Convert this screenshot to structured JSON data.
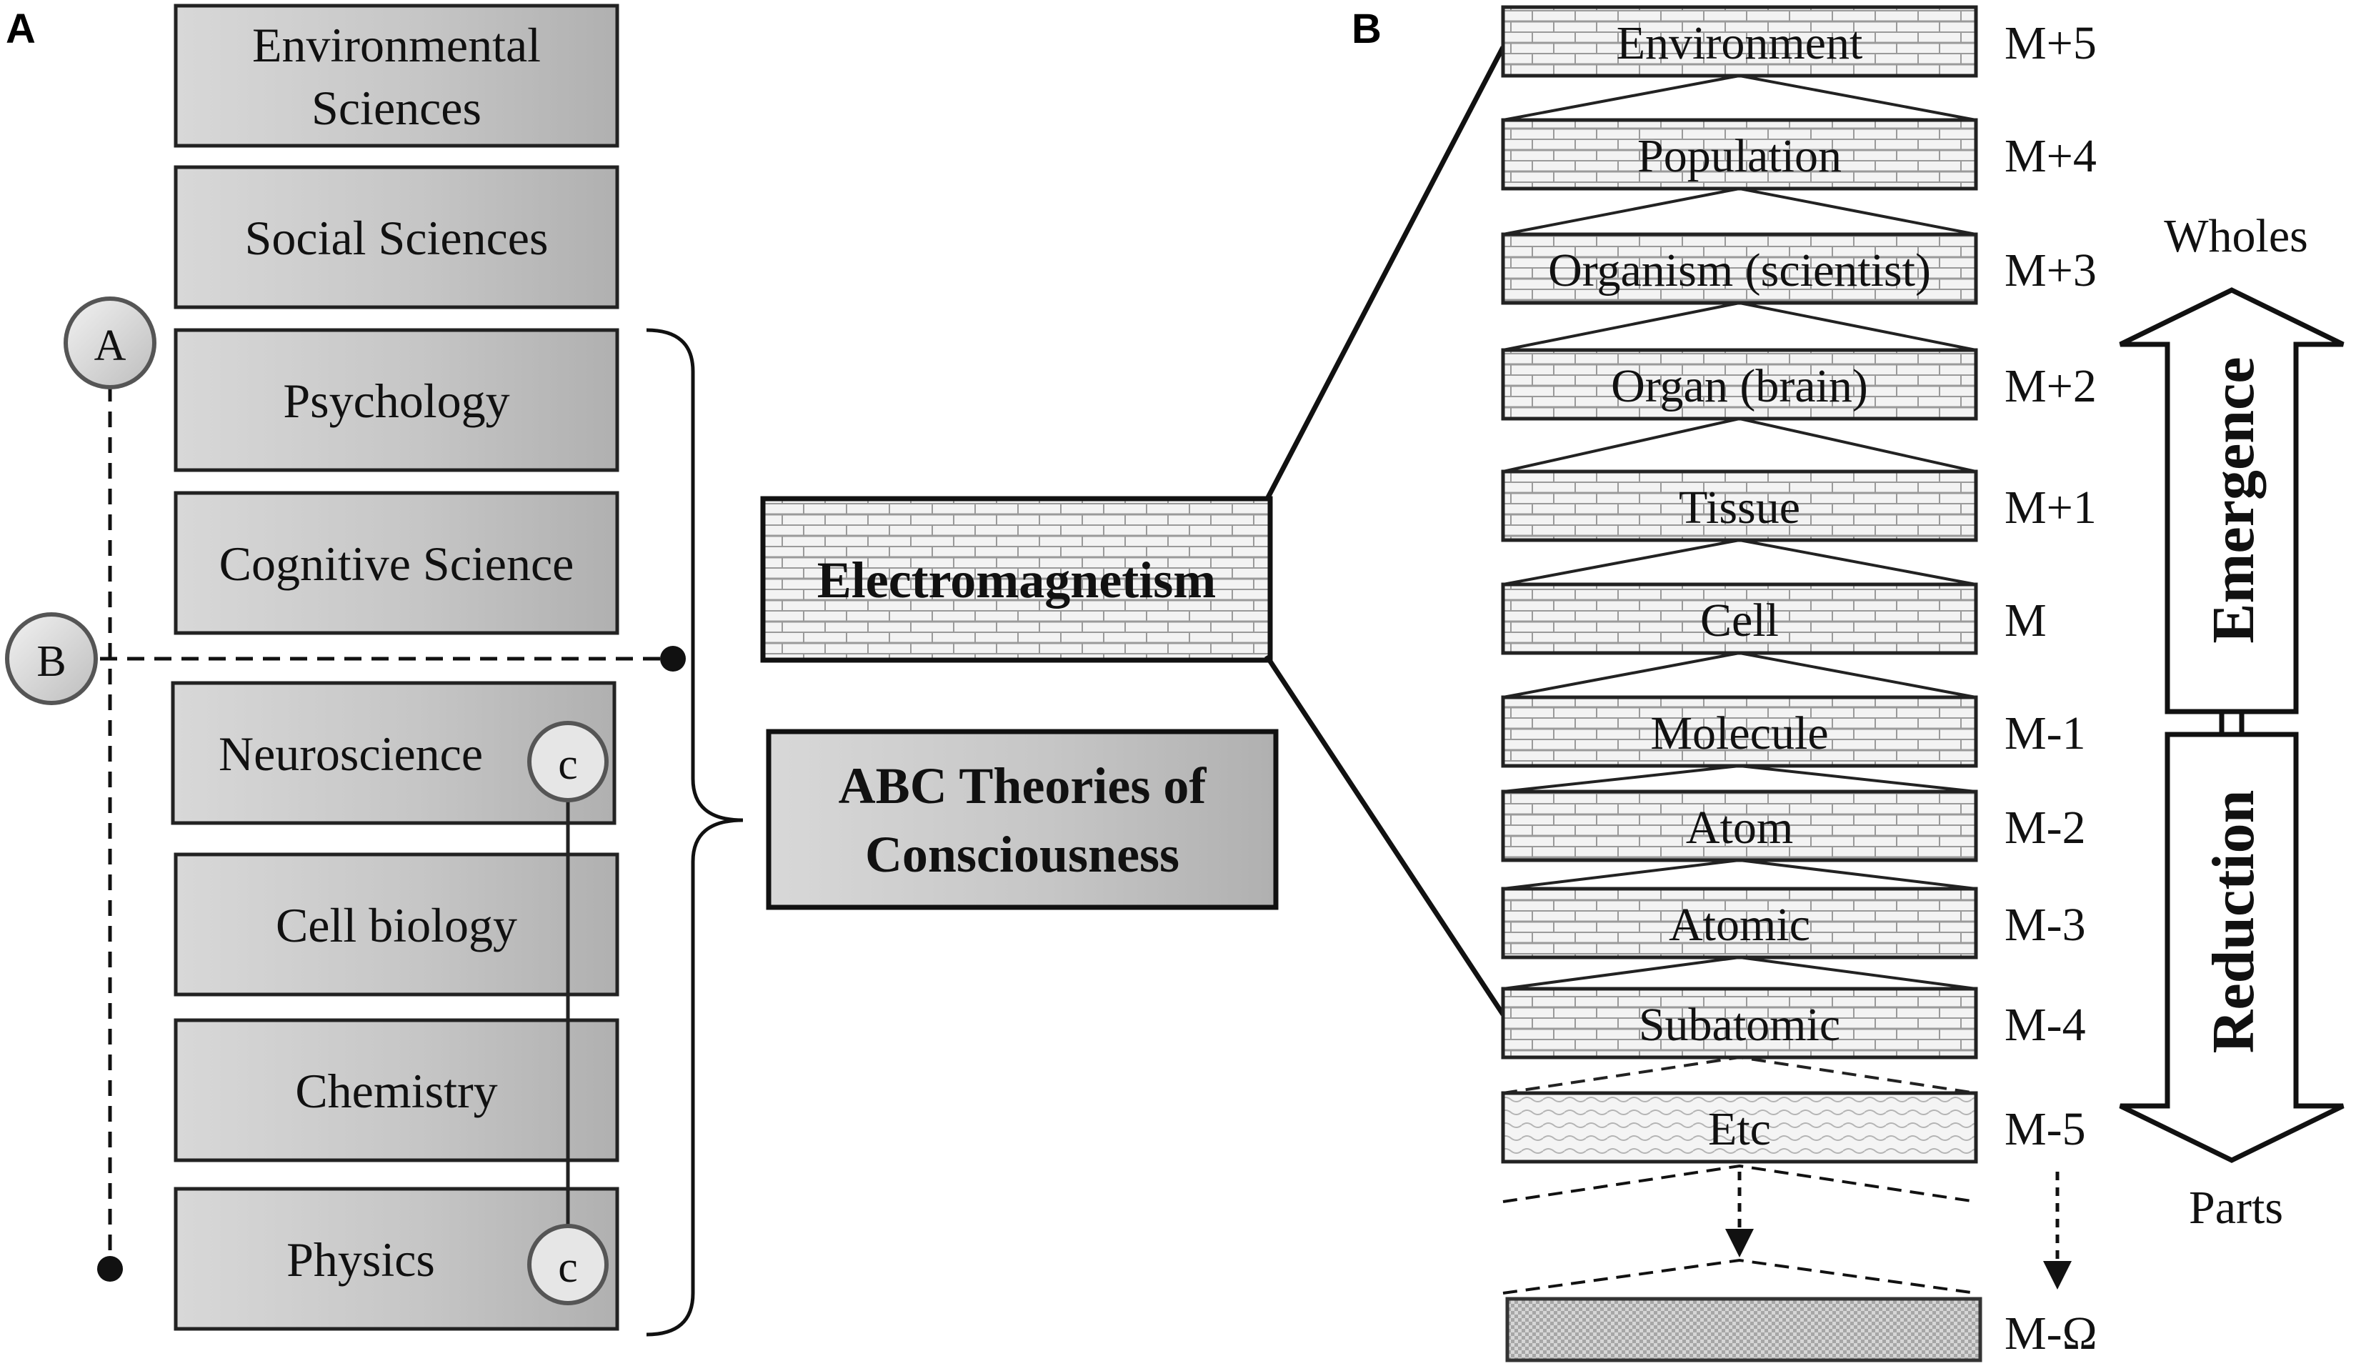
{
  "panels": {
    "a": "A",
    "b": "B"
  },
  "disciplines": [
    {
      "lines": [
        "Environmental",
        "Sciences"
      ]
    },
    {
      "lines": [
        "Social Sciences"
      ]
    },
    {
      "lines": [
        "Psychology"
      ]
    },
    {
      "lines": [
        "Cognitive Science"
      ]
    },
    {
      "lines": [
        "Neuroscience"
      ]
    },
    {
      "lines": [
        "Cell biology"
      ]
    },
    {
      "lines": [
        "Chemistry"
      ]
    },
    {
      "lines": [
        "Physics"
      ]
    }
  ],
  "markers": {
    "a": "A",
    "b": "B",
    "c": "c"
  },
  "center": {
    "electromagnetism": "Electromagnetism",
    "abc_lines": [
      "ABC Theories of",
      "Consciousness"
    ]
  },
  "levels": [
    {
      "name": "Environment",
      "label": "M+5"
    },
    {
      "name": "Population",
      "label": "M+4"
    },
    {
      "name": "Organism (scientist)",
      "label": "M+3"
    },
    {
      "name": "Organ (brain)",
      "label": "M+2"
    },
    {
      "name": "Tissue",
      "label": "M+1"
    },
    {
      "name": "Cell",
      "label": "M"
    },
    {
      "name": "Molecule",
      "label": "M-1"
    },
    {
      "name": "Atom",
      "label": "M-2"
    },
    {
      "name": "Atomic",
      "label": "M-3"
    },
    {
      "name": "Subatomic",
      "label": "M-4"
    },
    {
      "name": "Etc",
      "label": "M-5"
    }
  ],
  "bottom_level": {
    "label": "M-Ω"
  },
  "arrows": {
    "wholes": "Wholes",
    "parts": "Parts",
    "emergence": "Emergence",
    "reduction": "Reduction"
  }
}
